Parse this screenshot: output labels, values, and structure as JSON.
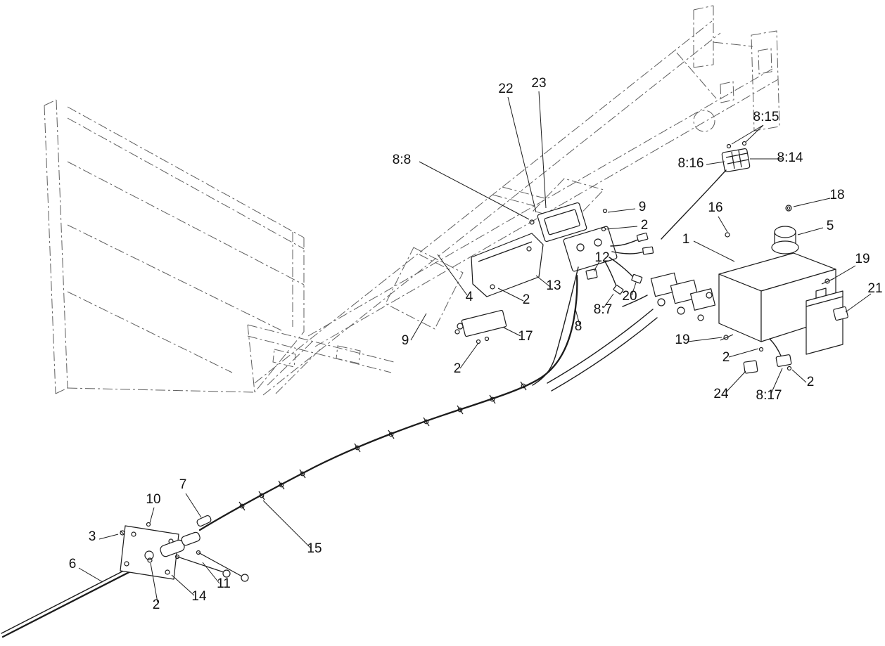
{
  "colors": {
    "background": "#ffffff",
    "part_line": "#1c1c1c",
    "phantom_line": "#5f5f5f"
  },
  "callouts": [
    {
      "text": "22"
    },
    {
      "text": "23"
    },
    {
      "text": "8:8"
    },
    {
      "text": "8:15"
    },
    {
      "text": "8:16"
    },
    {
      "text": "8:14"
    },
    {
      "text": "18"
    },
    {
      "text": "16"
    },
    {
      "text": "5"
    },
    {
      "text": "9"
    },
    {
      "text": "2"
    },
    {
      "text": "1"
    },
    {
      "text": "19"
    },
    {
      "text": "12"
    },
    {
      "text": "21"
    },
    {
      "text": "13"
    },
    {
      "text": "4"
    },
    {
      "text": "2"
    },
    {
      "text": "20"
    },
    {
      "text": "8:7"
    },
    {
      "text": "8"
    },
    {
      "text": "9"
    },
    {
      "text": "17"
    },
    {
      "text": "19"
    },
    {
      "text": "2"
    },
    {
      "text": "2"
    },
    {
      "text": "2"
    },
    {
      "text": "24"
    },
    {
      "text": "8:17"
    },
    {
      "text": "10"
    },
    {
      "text": "7"
    },
    {
      "text": "3"
    },
    {
      "text": "15"
    },
    {
      "text": "6"
    },
    {
      "text": "11"
    },
    {
      "text": "2"
    },
    {
      "text": "14"
    }
  ]
}
